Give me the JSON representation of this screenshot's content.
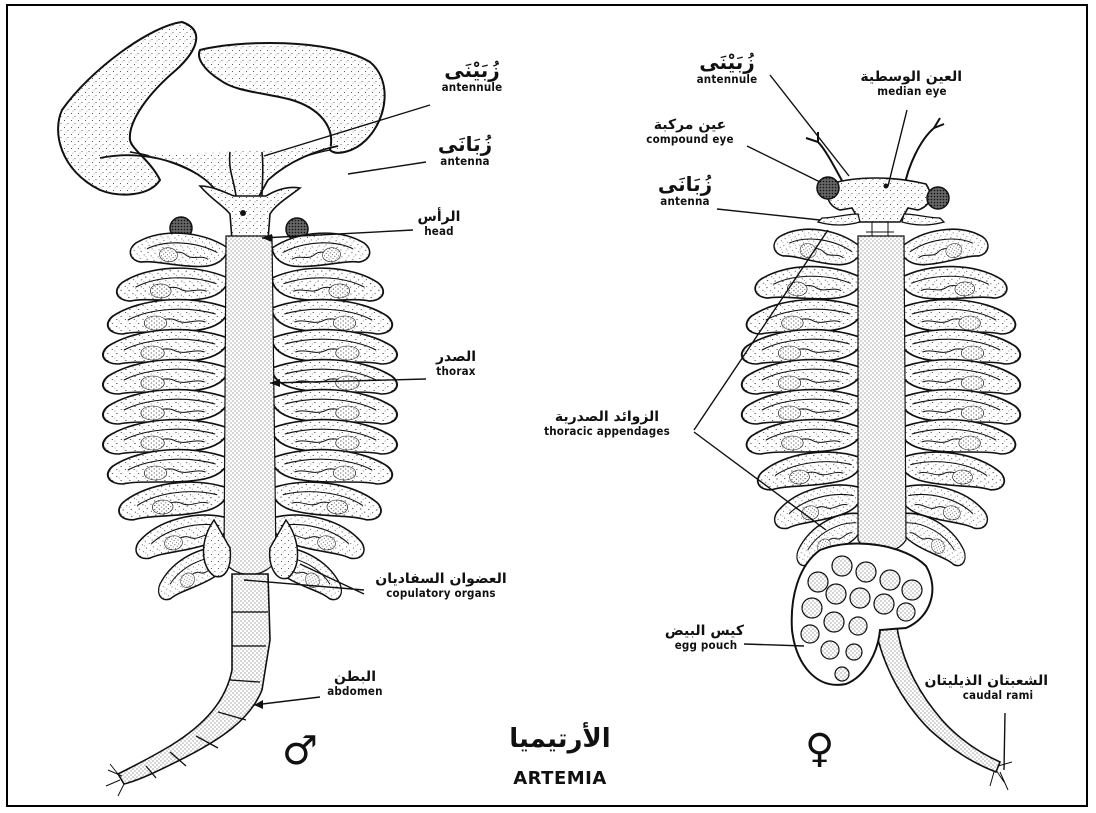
{
  "figure": {
    "title_arabic": "الأرتيميا",
    "title_english": "ARTEMIA",
    "male_symbol": "♂",
    "female_symbol": "♀"
  },
  "male_labels": {
    "antennule": {
      "arabic": "زُبَيْنَى",
      "english": "antennule"
    },
    "antenna": {
      "arabic": "زُبَانَى",
      "english": "antenna"
    },
    "head": {
      "arabic": "الرأس",
      "english": "head"
    },
    "thorax": {
      "arabic": "الصدر",
      "english": "thorax"
    },
    "copulatory_organs": {
      "arabic": "العضوان السفاديان",
      "english": "copulatory organs"
    },
    "abdomen": {
      "arabic": "البطن",
      "english": "abdomen"
    }
  },
  "female_labels": {
    "antennule": {
      "arabic": "زُبَيْنَى",
      "english": "antennule"
    },
    "median_eye": {
      "arabic": "العين الوسطية",
      "english": "median eye"
    },
    "compound_eye": {
      "arabic": "عين مركبة",
      "english": "compound eye"
    },
    "antenna": {
      "arabic": "زُبَانَى",
      "english": "antenna"
    },
    "thoracic_appendages": {
      "arabic": "الزوائد الصدرية",
      "english": "thoracic appendages"
    },
    "egg_pouch": {
      "arabic": "كيس البيض",
      "english": "egg pouch"
    },
    "caudal_rami": {
      "arabic": "الشعبتان الذيليتان",
      "english": "caudal rami"
    }
  },
  "colors": {
    "ink": "#111111",
    "stipple": "#2a2a2a",
    "paper": "#ffffff"
  }
}
